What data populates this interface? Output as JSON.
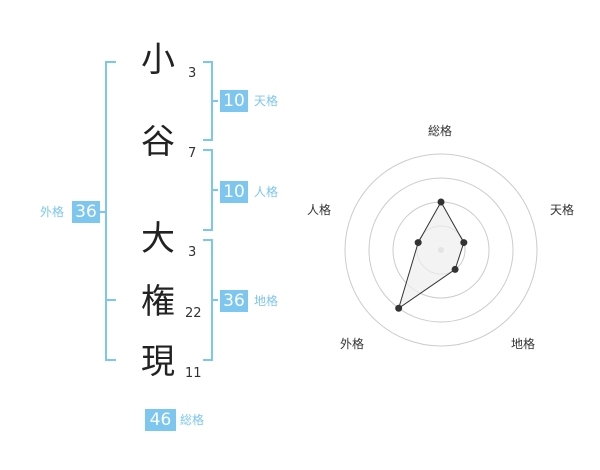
{
  "name": {
    "chars": [
      {
        "char": "小",
        "strokes": "3"
      },
      {
        "char": "谷",
        "strokes": "7"
      },
      {
        "char": "大",
        "strokes": "3"
      },
      {
        "char": "権",
        "strokes": "22"
      },
      {
        "char": "現",
        "strokes": "11"
      }
    ]
  },
  "fortunes": {
    "tenkaku": {
      "value": "10",
      "label": "天格"
    },
    "jinkaku": {
      "value": "10",
      "label": "人格"
    },
    "chikaku": {
      "value": "36",
      "label": "地格"
    },
    "gaikaku": {
      "value": "36",
      "label": "外格"
    },
    "soukaku": {
      "value": "46",
      "label": "総格"
    }
  },
  "radar": {
    "axes": [
      "総格",
      "天格",
      "地格",
      "外格",
      "人格"
    ],
    "levels": [
      2,
      1,
      1,
      3,
      1
    ],
    "max_level": 4
  },
  "colors": {
    "accent": "#7cc6ef",
    "ring": "#cccccc",
    "polygon_fill": "#eeeeee",
    "polygon_stroke": "#333333"
  }
}
